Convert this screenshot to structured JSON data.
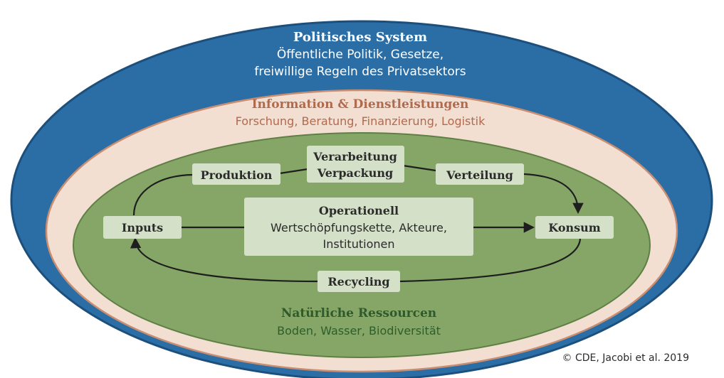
{
  "political": {
    "title": "Politisches System",
    "line1": "Öffentliche Politik, Gesetze,",
    "line2": "freiwillige Regeln des Privatsektors"
  },
  "information": {
    "title": "Information & Dienstleistungen",
    "line1": "Forschung, Beratung, Finanzierung, Logistik"
  },
  "natural": {
    "title": "Natürliche Ressourcen",
    "line1": "Boden, Wasser, Biodiversität"
  },
  "operational": {
    "title": "Operationell",
    "line1": "Wertschöpfungskette, Akteure,",
    "line2": "Institutionen"
  },
  "nodes": {
    "produktion": "Produktion",
    "verarbeitung_line1": "Verarbeitung",
    "verarbeitung_line2": "Verpackung",
    "verteilung": "Verteilung",
    "inputs": "Inputs",
    "konsum": "Konsum",
    "recycling": "Recycling"
  },
  "credit": "© CDE, Jacobi et al. 2019",
  "colors": {
    "outer_blue": "#2b6ea6",
    "outer_blue_edge": "#1c4f7c",
    "info_fill": "#f3dfd2",
    "info_edge": "#c98e72",
    "natural_green": "#86a668",
    "natural_green_edge": "#5f7f45",
    "box_fill": "#d4e0c8",
    "title_brown": "#b06a4e",
    "title_green": "#2f5a2c"
  }
}
